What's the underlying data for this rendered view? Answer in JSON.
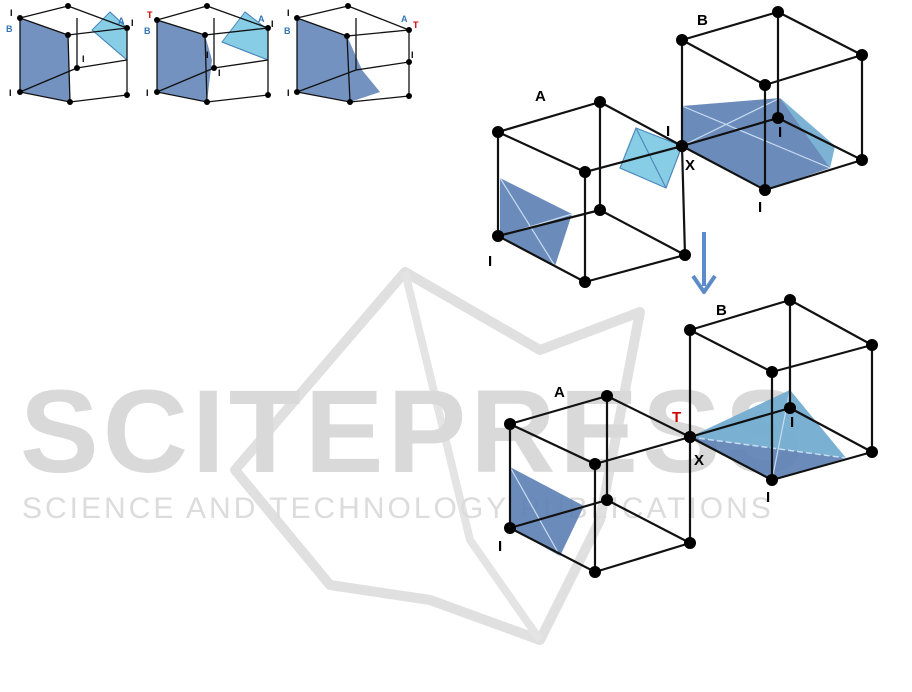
{
  "colors": {
    "dark_face": "#5b7fb4",
    "light_face": "#87cde6",
    "blue_label": "#2e74b5",
    "red_label": "#d00000",
    "arrow": "#5b8cc9",
    "watermark": "#d9d9d9"
  },
  "thumbnails": [
    {
      "labels": {
        "B": "B",
        "A": "A",
        "I_top": "I",
        "I_mid": "I",
        "I_right": "I",
        "I_bottom": "I"
      }
    },
    {
      "labels": {
        "T": "T",
        "B": "B",
        "A": "A",
        "I_top": "I",
        "I_mid": "I",
        "I_right": "I",
        "I_bottom": "I"
      }
    },
    {
      "labels": {
        "B": "B",
        "A": "A",
        "T": "T",
        "I_top": "I",
        "I_right": "I",
        "I_bottom": "I"
      }
    }
  ],
  "main_top": {
    "label_A": "A",
    "label_B": "B",
    "label_X": "X",
    "label_I_joint": "I",
    "label_I_cubeA": "I",
    "label_I_cubeB_inner": "I",
    "label_I_cubeB_bottom": "I"
  },
  "arrow": {
    "icon": "arrow-down-icon"
  },
  "main_bottom": {
    "label_A": "A",
    "label_B": "B",
    "label_X": "X",
    "label_T": "T",
    "label_I_cubeA": "I",
    "label_I_cubeB_inner": "I",
    "label_I_cubeB_bottom": "I"
  },
  "watermark": {
    "line1": "SCITEPRESS",
    "line2": "SCIENCE AND TECHNOLOGY PUBLICATIONS"
  }
}
